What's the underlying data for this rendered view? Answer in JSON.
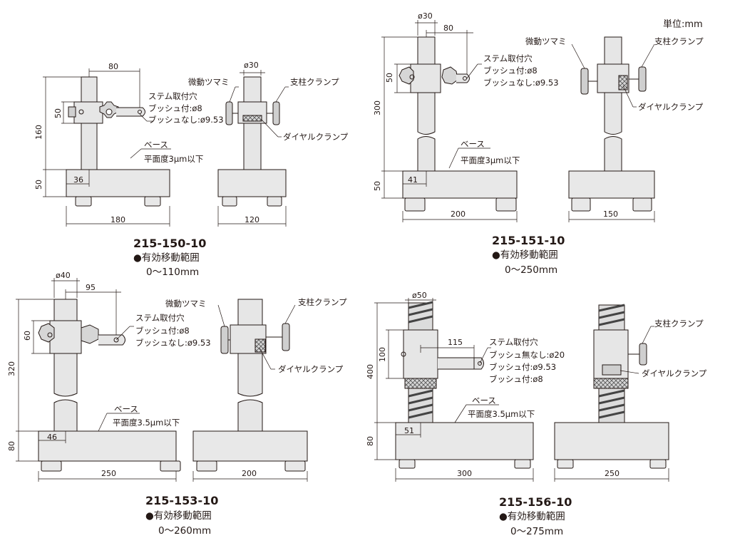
{
  "unit_label": "単位:mm",
  "panels": [
    {
      "id": "p150",
      "model": "215-150-10",
      "range_title": "●有効移動範囲",
      "range": "0〜110mm",
      "dims": {
        "stem_diameter": "ø30",
        "arm": "80",
        "height": "160",
        "base_height": "50",
        "clamp_block": "50",
        "post_offset": "36",
        "base_width": "180",
        "side_width": "120"
      },
      "labels": {
        "fine": "微動ツマミ",
        "post_clamp": "支柱クランプ",
        "stem_hole": "ステム取付穴",
        "bush_with": "ブッシュ付:ø8",
        "bush_without": "ブッシュなし:ø9.53",
        "dial_clamp": "ダイヤルクランプ",
        "base": "ベース",
        "flatness": "平面度3µm以下"
      }
    },
    {
      "id": "p151",
      "model": "215-151-10",
      "range_title": "●有効移動範囲",
      "range": "0〜250mm",
      "dims": {
        "stem_diameter": "ø30",
        "arm": "80",
        "height": "300",
        "base_height": "50",
        "clamp_block": "50",
        "post_offset": "41",
        "base_width": "200",
        "side_width": "150"
      },
      "labels": {
        "fine": "微動ツマミ",
        "post_clamp": "支柱クランプ",
        "stem_hole": "ステム取付穴",
        "bush_with": "ブッシュ付:ø8",
        "bush_without": "ブッシュなし:ø9.53",
        "dial_clamp": "ダイヤルクランプ",
        "base": "ベース",
        "flatness": "平面度3µm以下"
      }
    },
    {
      "id": "p153",
      "model": "215-153-10",
      "range_title": "●有効移動範囲",
      "range": "0〜260mm",
      "dims": {
        "stem_diameter": "ø40",
        "arm": "95",
        "height": "320",
        "base_height": "80",
        "clamp_block": "60",
        "post_offset": "46",
        "base_width": "250",
        "side_width": "200"
      },
      "labels": {
        "fine": "微動ツマミ",
        "post_clamp": "支柱クランプ",
        "stem_hole": "ステム取付穴",
        "bush_with": "ブッシュ付:ø8",
        "bush_without": "ブッシュなし:ø9.53",
        "dial_clamp": "ダイヤルクランプ",
        "base": "ベース",
        "flatness": "平面度3.5µm以下"
      }
    },
    {
      "id": "p156",
      "model": "215-156-10",
      "range_title": "●有効移動範囲",
      "range": "0〜275mm",
      "dims": {
        "stem_diameter": "ø50",
        "arm": "115",
        "height": "400",
        "base_height": "80",
        "clamp_block": "100",
        "post_offset": "51",
        "base_width": "300",
        "side_width": "250"
      },
      "labels": {
        "post_clamp": "支柱クランプ",
        "stem_hole": "ステム取付穴",
        "bush_none": "ブッシュ無なし:ø20",
        "bush_with_a": "ブッシュ付:ø9.53",
        "bush_with_b": "ブッシュ付:ø8",
        "dial_clamp": "ダイヤルクランプ",
        "base": "ベース",
        "flatness": "平面度3.5µm以下"
      }
    }
  ]
}
